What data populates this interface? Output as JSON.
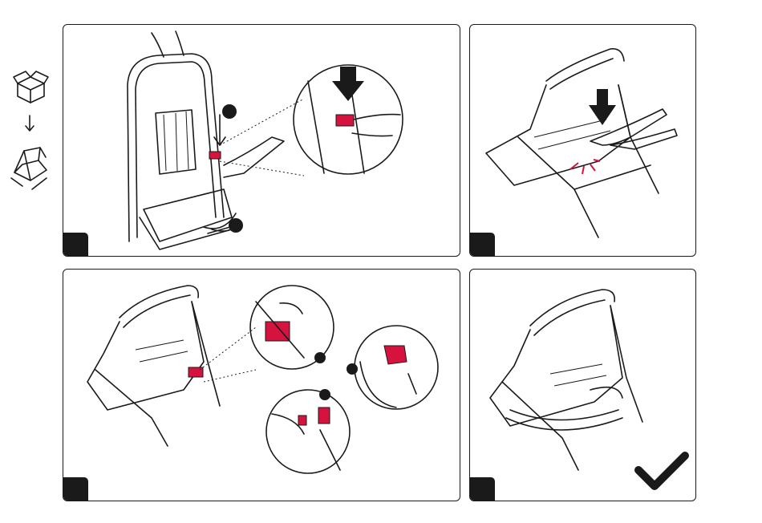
{
  "sidebar": {
    "icons": [
      "box-icon",
      "down-arrow-icon",
      "folded-stroller-icon"
    ]
  },
  "panels": [
    {
      "id": "panel-1",
      "content": "stroller-frame-unfold-press-lever",
      "markers": 2
    },
    {
      "id": "panel-2",
      "content": "press-seat-down-click"
    },
    {
      "id": "panel-3",
      "content": "lock-red-tabs-detail",
      "markers": 3
    },
    {
      "id": "panel-4",
      "content": "completed-assembly",
      "icon": "checkmark-icon"
    }
  ],
  "colors": {
    "accent": "#d6123f",
    "line": "#1a1a1a",
    "background": "#ffffff"
  }
}
